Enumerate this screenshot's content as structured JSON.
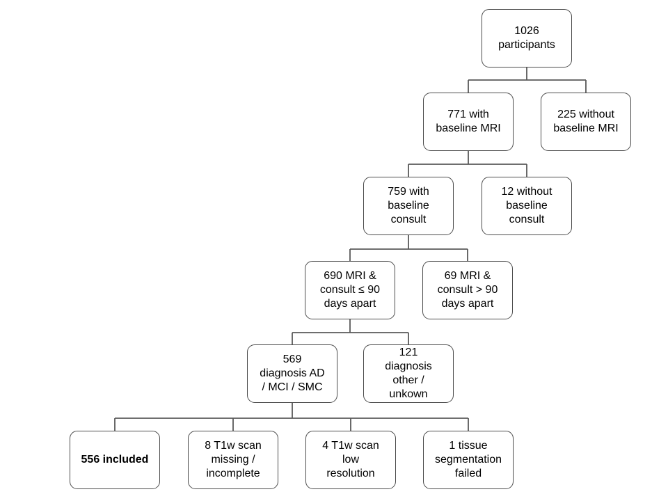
{
  "flowchart": {
    "background_color": "#ffffff",
    "box_border_color": "#4b4b4b",
    "connector_color": "#595959",
    "text_color": "#000000",
    "nodes": [
      {
        "id": "participants-total",
        "label": "1026\nparticipants"
      },
      {
        "id": "with-baseline-mri",
        "label": "771 with\nbaseline MRI"
      },
      {
        "id": "without-baseline-mri",
        "label": "225 without\nbaseline MRI"
      },
      {
        "id": "with-baseline-consult",
        "label": "759 with\nbaseline\nconsult"
      },
      {
        "id": "without-baseline-consult",
        "label": "12 without\nbaseline\nconsult"
      },
      {
        "id": "mri-consult-within-90",
        "label": "690 MRI &\nconsult ≤ 90\ndays apart"
      },
      {
        "id": "mri-consult-over-90",
        "label": "69 MRI &\nconsult > 90\ndays apart"
      },
      {
        "id": "diagnosis-ad-mci-smc",
        "label": "569\ndiagnosis AD\n/ MCI / SMC"
      },
      {
        "id": "diagnosis-other-unknown",
        "label": "121\ndiagnosis\nother /\nunkown"
      },
      {
        "id": "included",
        "label": "556 included"
      },
      {
        "id": "t1w-scan-missing",
        "label": "8 T1w scan\nmissing /\nincomplete"
      },
      {
        "id": "t1w-scan-low-resolution",
        "label": "4 T1w scan\nlow\nresolution"
      },
      {
        "id": "tissue-segmentation-failed",
        "label": "1 tissue\nsegmentation\nfailed"
      }
    ]
  }
}
